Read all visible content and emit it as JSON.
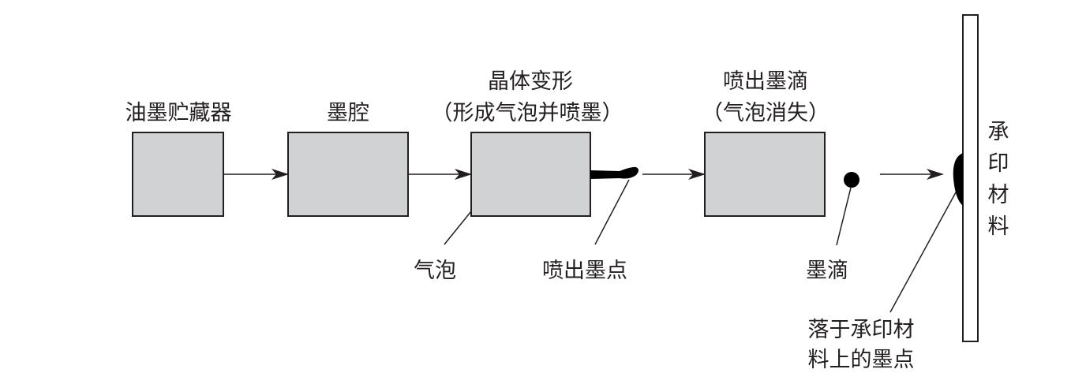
{
  "diagram": {
    "stages": [
      {
        "id": "reservoir",
        "label": "油墨贮藏器"
      },
      {
        "id": "chamber",
        "label": "墨腔"
      },
      {
        "id": "crystal",
        "label_line1": "晶体变形",
        "label_line2": "（形成气泡并喷墨）"
      },
      {
        "id": "eject",
        "label_line1": "喷出墨滴",
        "label_line2": "（气泡消失）"
      }
    ],
    "callouts": {
      "bubble": "气泡",
      "ejected_dot": "喷出墨点",
      "droplet": "墨滴",
      "landed_line1": "落于承印材",
      "landed_line2": "料上的墨点"
    },
    "substrate": {
      "chars": [
        "承",
        "印",
        "材",
        "料"
      ]
    },
    "colors": {
      "box_fill": "#d0d2d3",
      "stroke": "#231f20",
      "ink": "#000000"
    }
  }
}
